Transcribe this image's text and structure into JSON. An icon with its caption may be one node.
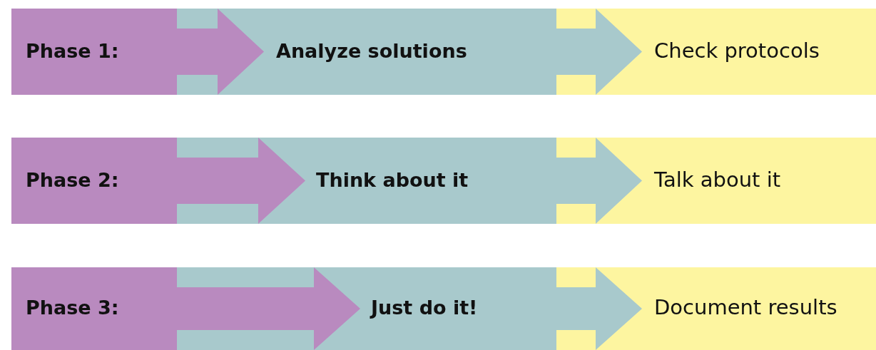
{
  "diagram": {
    "nodes": [
      {
        "text": [
          "Phase 1:"
        ]
      },
      {
        "text": [
          "Analyze solutions"
        ]
      },
      {
        "text": [
          "Check protocols"
        ]
      },
      {
        "text": [
          "Phase 2:"
        ]
      },
      {
        "text": [
          "Think about it"
        ]
      },
      {
        "text": [
          "Talk about it"
        ]
      },
      {
        "text": [
          "Phase 3:"
        ]
      },
      {
        "text": [
          "Just do it!"
        ]
      },
      {
        "text": [
          "Document results"
        ]
      }
    ]
  }
}
